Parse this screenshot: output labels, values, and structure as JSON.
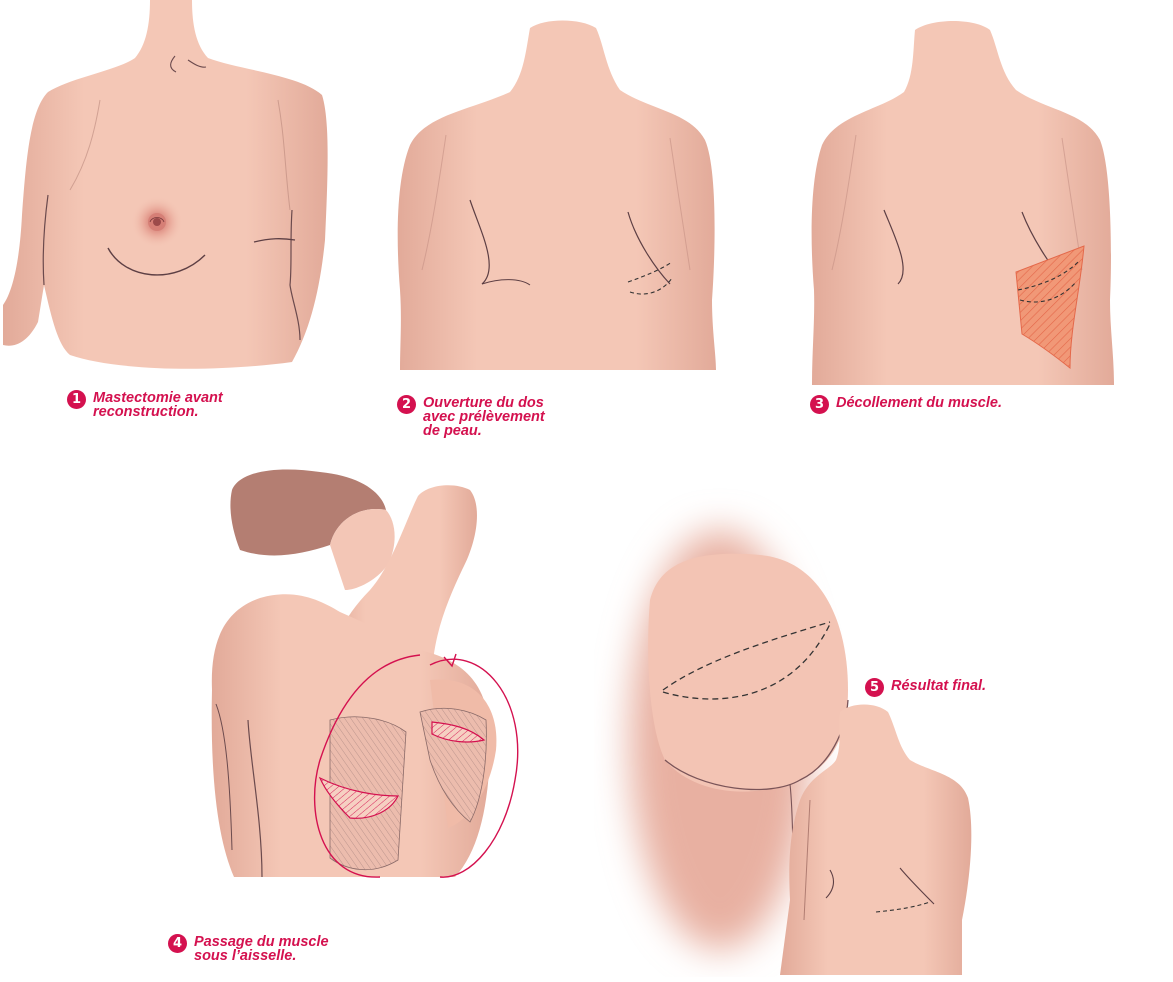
{
  "colors": {
    "skin": "#f5c9b8",
    "skin_shadow": "#e0a898",
    "line": "#4a3038",
    "accent_red": "#d4114f",
    "muscle_orange": "#ee8a6a",
    "hair": "#b47e72"
  },
  "steps": [
    {
      "number": "1",
      "lines": [
        "Mastectomie avant",
        "reconstruction."
      ]
    },
    {
      "number": "2",
      "lines": [
        "Ouverture du dos",
        "avec prélèvement",
        "de peau."
      ]
    },
    {
      "number": "3",
      "lines": [
        "Décollement du muscle."
      ]
    },
    {
      "number": "4",
      "lines": [
        "Passage du muscle",
        "sous l’aisselle."
      ]
    },
    {
      "number": "5",
      "lines": [
        "Résultat final."
      ]
    }
  ]
}
